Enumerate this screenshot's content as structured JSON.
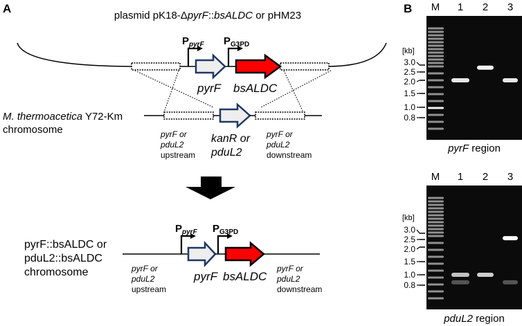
{
  "panel_a": {
    "letter": "A",
    "title_prefix": "plasmid pK18-Δ",
    "title_gene": "pyrF",
    "title_sep": "::",
    "title_gene2": "bsALDC",
    "title_suffix": " or pHM23",
    "promoter1": {
      "p": "P",
      "sub": "pyrF"
    },
    "promoter2": {
      "p": "P",
      "sub": "G3PD"
    },
    "gene_pyrF": "pyrF",
    "gene_bsALDC": "bsALDC",
    "chromosome_species": "M. thermoacetica",
    "chromosome_strain": " Y72-Km",
    "chromosome_word": "chromosome",
    "upstream": [
      "pyrF or",
      "pduL2",
      "upstream"
    ],
    "downstream": [
      "pyrF or",
      "pduL2",
      "downstream"
    ],
    "middle_gene": [
      "kanR or",
      "pduL2"
    ],
    "result_label": [
      "pyrF::bsALDC or",
      "pduL2::bsALDC",
      "chromosome"
    ],
    "colors": {
      "pyrF_fill": "#eeeeee",
      "pyrF_stroke": "#1f3864",
      "bsALDC_fill": "#ff0000"
    }
  },
  "panel_b": {
    "letter": "B",
    "lanes": [
      "M",
      "1",
      "2",
      "3"
    ],
    "unit": "[kb]",
    "markers": [
      "3.0",
      "2.5",
      "2.0",
      "1.5",
      "1.0",
      "0.8"
    ],
    "gels": [
      {
        "caption_gene": "pyrF",
        "caption_rest": " region",
        "bands": [
          {
            "lane": 1,
            "kb": 2.0,
            "intensity": 0.9
          },
          {
            "lane": 2,
            "kb": 2.8,
            "intensity": 0.95
          },
          {
            "lane": 3,
            "kb": 2.0,
            "intensity": 0.9
          }
        ]
      },
      {
        "caption_gene": "pduL2",
        "caption_rest": " region",
        "bands": [
          {
            "lane": 1,
            "kb": 1.0,
            "intensity": 0.75
          },
          {
            "lane": 1,
            "kb": 0.85,
            "intensity": 0.3
          },
          {
            "lane": 2,
            "kb": 1.0,
            "intensity": 0.8
          },
          {
            "lane": 3,
            "kb": 2.6,
            "intensity": 1.0
          },
          {
            "lane": 3,
            "kb": 0.85,
            "intensity": 0.3
          }
        ]
      }
    ]
  }
}
